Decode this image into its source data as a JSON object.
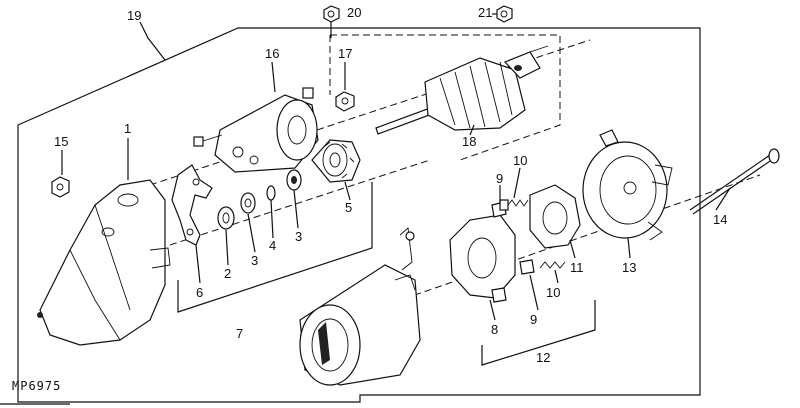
{
  "figure_code": "MP6975",
  "callouts": {
    "c1": "1",
    "c2": "2",
    "c3a": "3",
    "c3b": "3",
    "c4": "4",
    "c5": "5",
    "c6": "6",
    "c7": "7",
    "c8": "8",
    "c9a": "9",
    "c9b": "9",
    "c10a": "10",
    "c10b": "10",
    "c11": "11",
    "c12": "12",
    "c13": "13",
    "c14": "14",
    "c15": "15",
    "c16": "16",
    "c17": "17",
    "c18": "18",
    "c19": "19",
    "c20": "20",
    "c21": "21"
  }
}
